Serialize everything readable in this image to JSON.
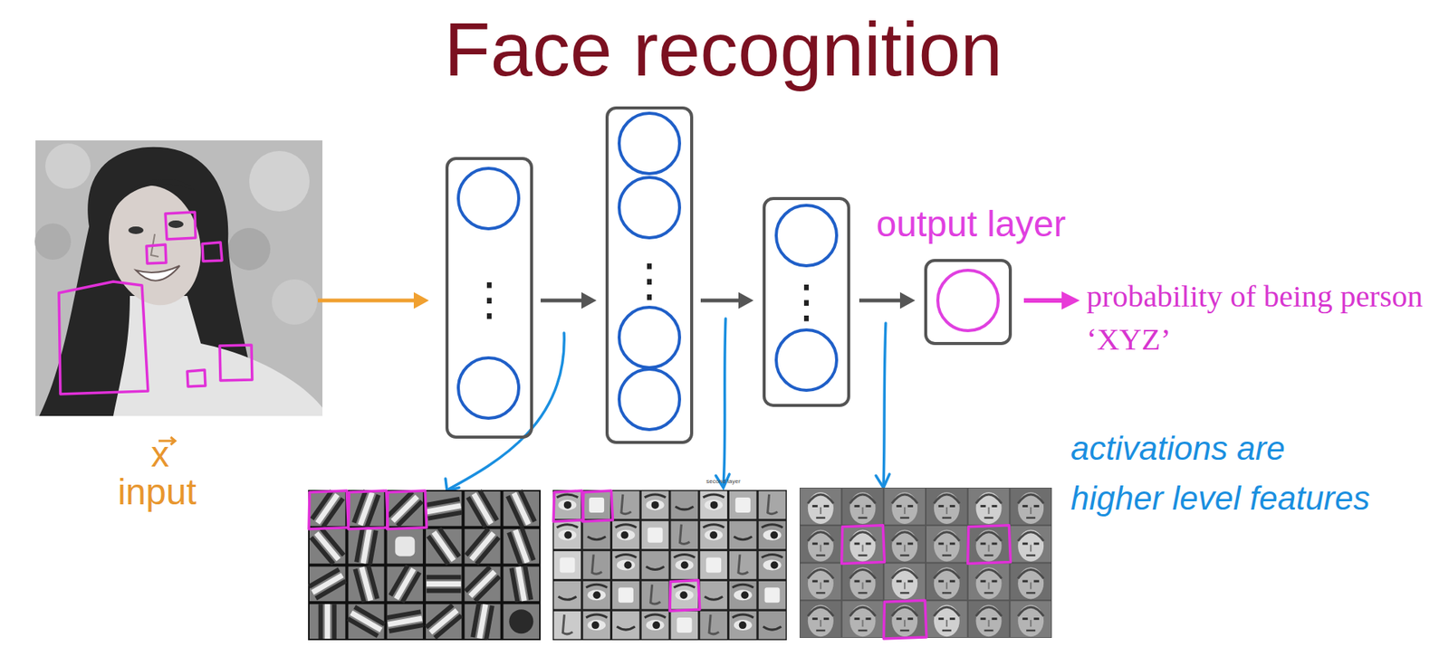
{
  "diagram": {
    "title": "Face recognition",
    "nodes": [
      {
        "text": [
          "x",
          "input"
        ]
      },
      {
        "text": [
          "⋮"
        ]
      },
      {
        "text": [
          "⋮"
        ]
      },
      {
        "text": [
          "⋮"
        ]
      },
      {
        "text": [
          "output layer"
        ]
      }
    ],
    "edges": [
      {
        "from": 0,
        "to": 1,
        "arrow": "to"
      },
      {
        "from": 1,
        "to": 2,
        "arrow": "to"
      },
      {
        "from": 2,
        "to": 3,
        "arrow": "to"
      },
      {
        "from": 3,
        "to": 4,
        "arrow": "to"
      }
    ],
    "labels": [
      "probability of being person ‘XYZ’",
      "activations are higher level features",
      "second layer"
    ]
  }
}
